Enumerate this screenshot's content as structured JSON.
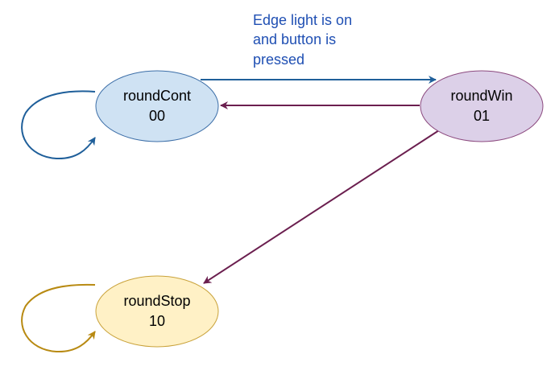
{
  "diagram": {
    "states": {
      "round_cont": {
        "name": "roundCont",
        "code": "00",
        "fill": "#cfe2f3",
        "stroke": "#3d6fa8"
      },
      "round_win": {
        "name": "roundWin",
        "code": "01",
        "fill": "#dcd0e8",
        "stroke": "#8c4a7f"
      },
      "round_stop": {
        "name": "roundStop",
        "code": "10",
        "fill": "#fff1c6",
        "stroke": "#c9a23a"
      }
    },
    "edges": {
      "cont_to_win": {
        "label_lines": [
          "Edge light is on",
          "and button is",
          "pressed"
        ],
        "color": "#1f5f9a"
      },
      "win_to_cont": {
        "color": "#6b1f4f"
      },
      "win_to_stop": {
        "color": "#6b1f4f"
      },
      "cont_self_loop": {
        "color": "#1f5f9a"
      },
      "stop_self_loop": {
        "color": "#b88a12"
      }
    }
  }
}
